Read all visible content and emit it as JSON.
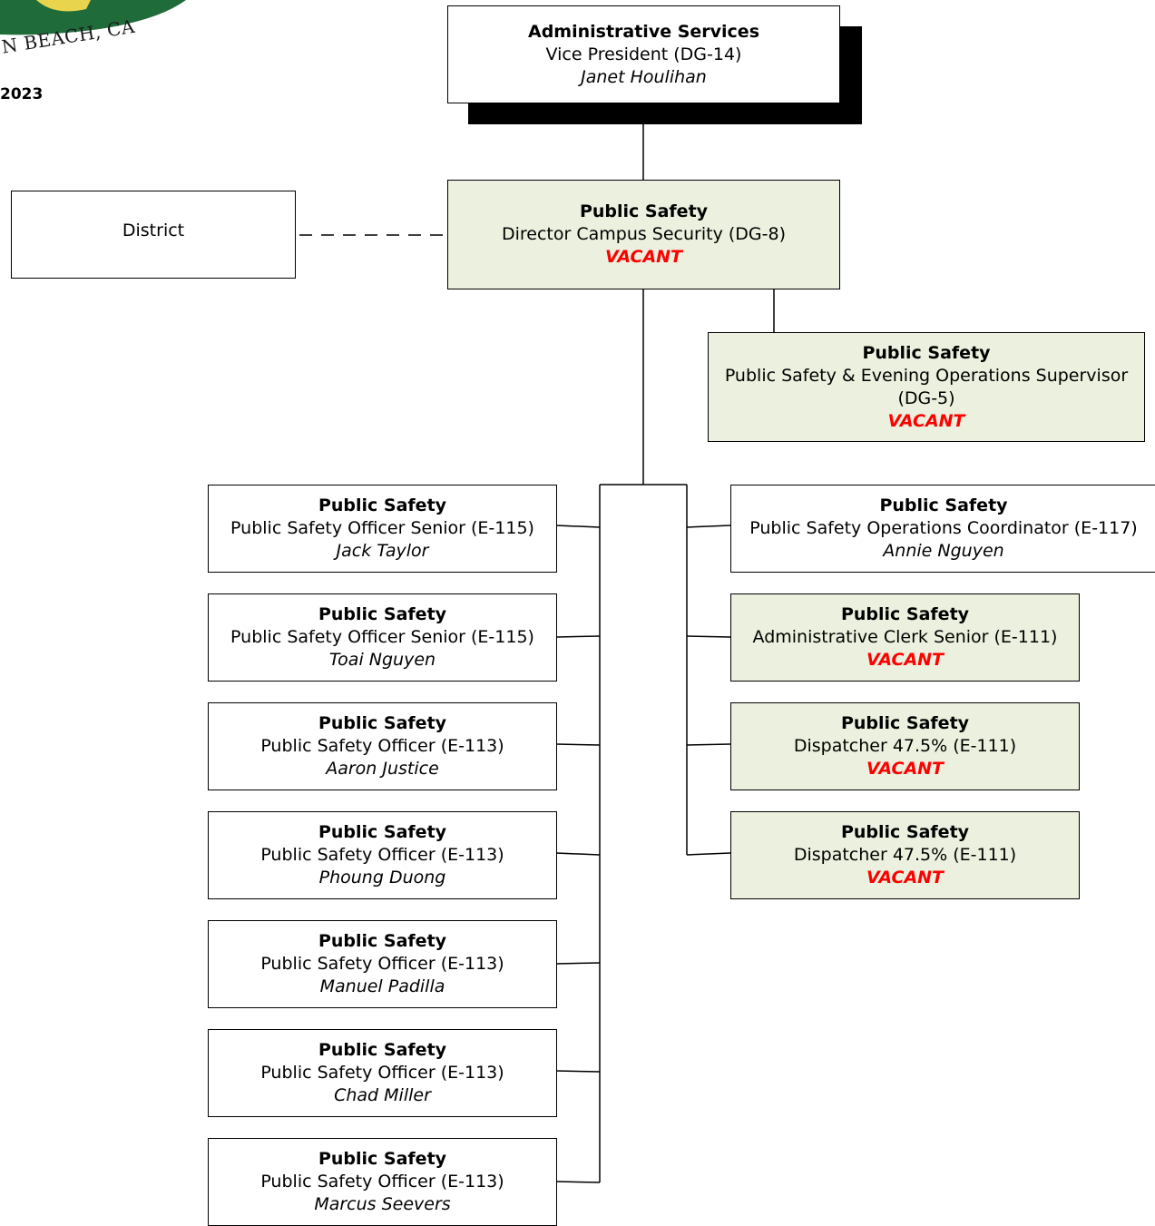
{
  "header": {
    "logo_text": "N BEACH, CA",
    "year": "2023"
  },
  "colors": {
    "vacant_red": "#ff0000",
    "box_green": "#ebf1de",
    "logo_green": "#1f6b3a"
  },
  "nodes": {
    "vp": {
      "dept": "Administrative Services",
      "title": "Vice President (DG-14)",
      "name": "Janet Houlihan"
    },
    "district": {
      "label": "District"
    },
    "director": {
      "dept": "Public Safety",
      "title": "Director Campus Security (DG-8)",
      "name": "VACANT"
    },
    "supervisor": {
      "dept": "Public Safety",
      "title": "Public Safety & Evening Operations Supervisor",
      "title2": "(DG-5)",
      "name": "VACANT"
    },
    "left": [
      {
        "dept": "Public Safety",
        "title": "Public Safety Officer Senior (E-115)",
        "name": "Jack Taylor"
      },
      {
        "dept": "Public Safety",
        "title": "Public Safety Officer Senior (E-115)",
        "name": "Toai Nguyen"
      },
      {
        "dept": "Public Safety",
        "title": "Public Safety Officer (E-113)",
        "name": "Aaron Justice"
      },
      {
        "dept": "Public Safety",
        "title": "Public Safety Officer (E-113)",
        "name": "Phoung Duong"
      },
      {
        "dept": "Public Safety",
        "title": "Public Safety Officer (E-113)",
        "name": "Manuel Padilla"
      },
      {
        "dept": "Public Safety",
        "title": "Public Safety Officer (E-113)",
        "name": "Chad Miller"
      },
      {
        "dept": "Public Safety",
        "title": "Public Safety Officer (E-113)",
        "name": "Marcus Seevers"
      }
    ],
    "right": [
      {
        "dept": "Public Safety",
        "title": "Public Safety Operations Coordinator (E-117)",
        "name": "Annie Nguyen"
      },
      {
        "dept": "Public Safety",
        "title": "Administrative Clerk Senior (E-111)",
        "name": "VACANT"
      },
      {
        "dept": "Public Safety",
        "title": "Dispatcher 47.5% (E-111)",
        "name": "VACANT"
      },
      {
        "dept": "Public Safety",
        "title": "Dispatcher 47.5% (E-111)",
        "name": "VACANT"
      }
    ]
  }
}
